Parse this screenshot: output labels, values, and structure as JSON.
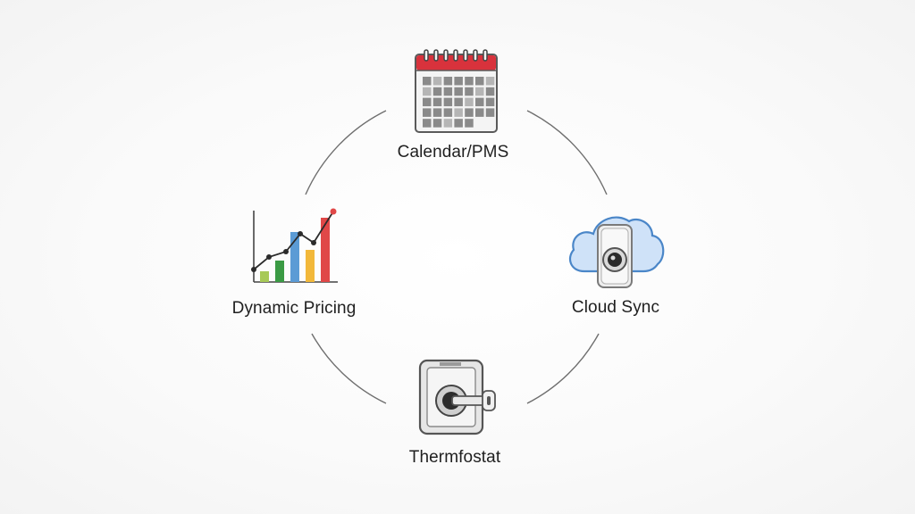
{
  "diagram": {
    "nodes": {
      "calendar": {
        "label": "Calendar/PMS",
        "icon": "calendar-icon"
      },
      "cloud": {
        "label": "Cloud Sync",
        "icon": "cloud-camera-icon"
      },
      "thermostat": {
        "label": "Thermfostat",
        "icon": "thermostat-lock-icon"
      },
      "pricing": {
        "label": "Dynamic Pricing",
        "icon": "bar-chart-icon"
      }
    },
    "connectors": "circular-arcs",
    "colors": {
      "arc": "#6e6e6e",
      "calendar_header": "#d8323c",
      "bar_green_light": "#a7c957",
      "bar_green": "#3a9a44",
      "bar_blue": "#5b9bd5",
      "bar_yellow": "#f2b83a",
      "bar_red": "#e04848",
      "cloud_fill": "#cfe2f8",
      "cloud_stroke": "#4a86c8"
    }
  }
}
